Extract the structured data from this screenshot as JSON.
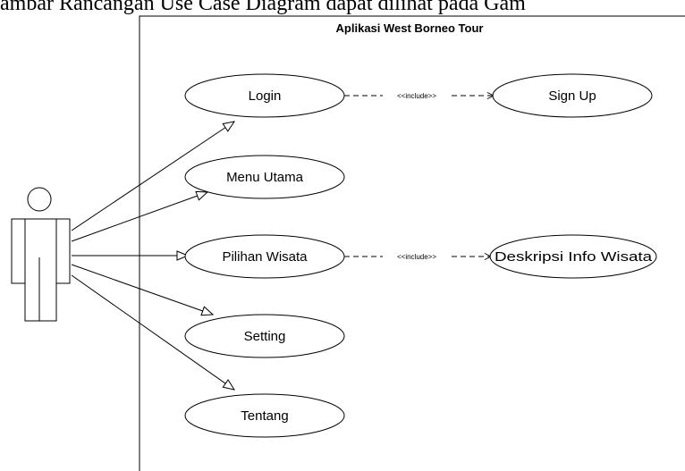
{
  "caption": "ambar Rancangan Use Case Diagram dapat dilihat pada Gam",
  "system": {
    "title": "Aplikasi West Borneo Tour"
  },
  "use_cases": {
    "login": "Login",
    "menu_utama": "Menu Utama",
    "pilihan_wisata": "Pilihan Wisata",
    "setting": "Setting",
    "tentang": "Tentang",
    "sign_up": "Sign Up",
    "deskripsi": "Deskripsi Info Wisata"
  },
  "relations": {
    "include_1": "<<include>>",
    "include_2": "<<include>>"
  }
}
